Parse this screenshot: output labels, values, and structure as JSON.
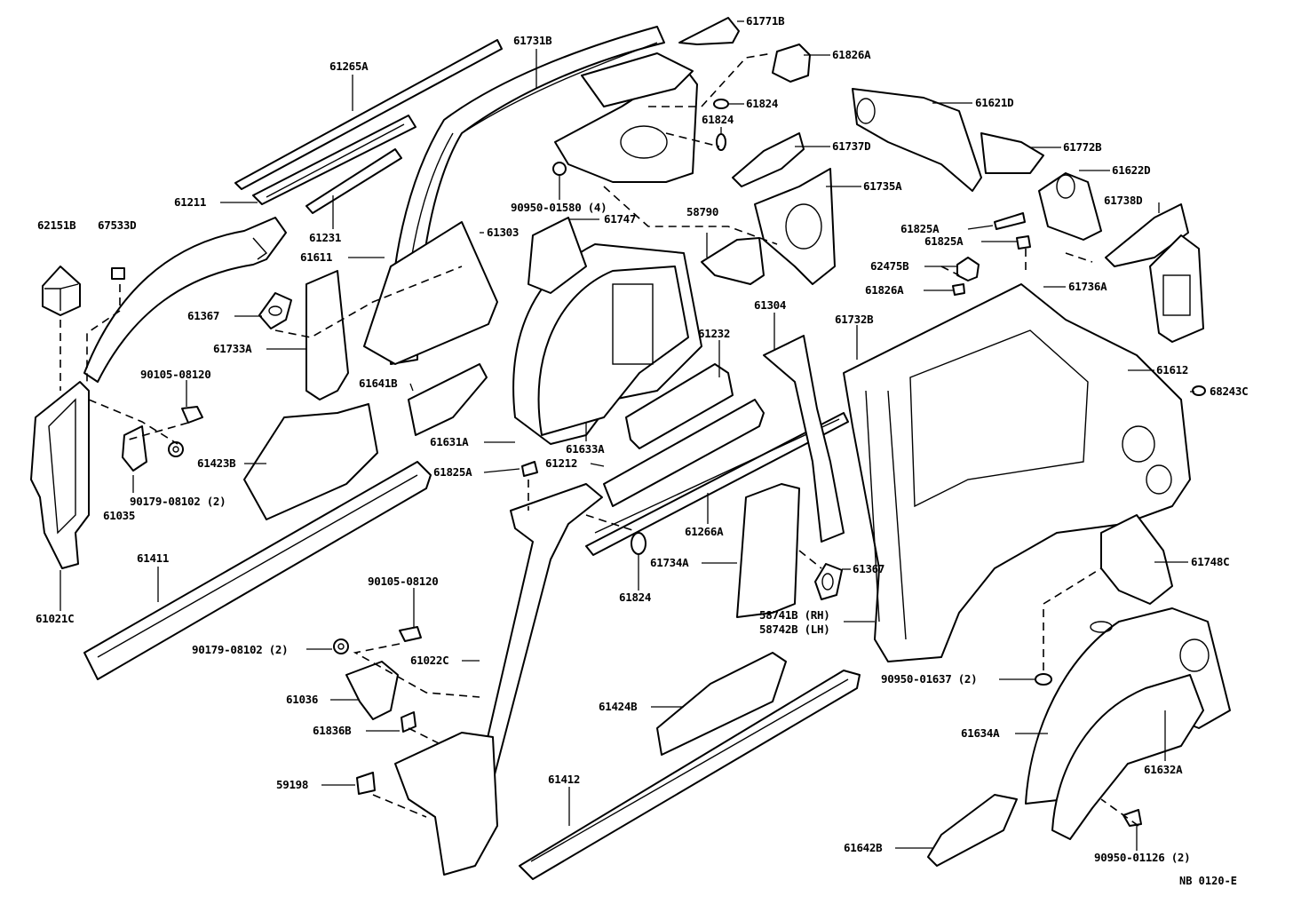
{
  "diagram": {
    "figure_code": "NB 0120-E",
    "labels": [
      {
        "id": "l61771b",
        "text": "61771B"
      },
      {
        "id": "l61731b",
        "text": "61731B"
      },
      {
        "id": "l61826a_top",
        "text": "61826A"
      },
      {
        "id": "l61265a",
        "text": "61265A"
      },
      {
        "id": "l61824_a",
        "text": "61824"
      },
      {
        "id": "l61824_b",
        "text": "61824"
      },
      {
        "id": "l61621d",
        "text": "61621D"
      },
      {
        "id": "l61737d",
        "text": "61737D"
      },
      {
        "id": "l61772b",
        "text": "61772B"
      },
      {
        "id": "l61622d",
        "text": "61622D"
      },
      {
        "id": "l61211",
        "text": "61211"
      },
      {
        "id": "l61735a",
        "text": "61735A"
      },
      {
        "id": "l90950_01580",
        "text": "90950-01580 (4)"
      },
      {
        "id": "l61747",
        "text": "61747"
      },
      {
        "id": "l61738d",
        "text": "61738D"
      },
      {
        "id": "l62151b",
        "text": "62151B"
      },
      {
        "id": "l67533d",
        "text": "67533D"
      },
      {
        "id": "l58790",
        "text": "58790"
      },
      {
        "id": "l61825a_r1",
        "text": "61825A"
      },
      {
        "id": "l61825a_r2",
        "text": "61825A"
      },
      {
        "id": "l61231",
        "text": "61231"
      },
      {
        "id": "l61303",
        "text": "61303"
      },
      {
        "id": "l61611",
        "text": "61611"
      },
      {
        "id": "l62475b",
        "text": "62475B"
      },
      {
        "id": "l61826a_mid",
        "text": "61826A"
      },
      {
        "id": "l61736a",
        "text": "61736A"
      },
      {
        "id": "l61304",
        "text": "61304"
      },
      {
        "id": "l61367_a",
        "text": "61367"
      },
      {
        "id": "l61732b",
        "text": "61732B"
      },
      {
        "id": "l61733a",
        "text": "61733A"
      },
      {
        "id": "l61232",
        "text": "61232"
      },
      {
        "id": "l61612",
        "text": "61612"
      },
      {
        "id": "l90105_08120_a",
        "text": "90105-08120"
      },
      {
        "id": "l61641b",
        "text": "61641B"
      },
      {
        "id": "l68243c",
        "text": "68243C"
      },
      {
        "id": "l61631a",
        "text": "61631A"
      },
      {
        "id": "l61633a",
        "text": "61633A"
      },
      {
        "id": "l61423b",
        "text": "61423B"
      },
      {
        "id": "l61825a_mid",
        "text": "61825A"
      },
      {
        "id": "l61212",
        "text": "61212"
      },
      {
        "id": "l90179_08102_a",
        "text": "90179-08102 (2)"
      },
      {
        "id": "l61035",
        "text": "61035"
      },
      {
        "id": "l61266a",
        "text": "61266A"
      },
      {
        "id": "l61411",
        "text": "61411"
      },
      {
        "id": "l61734a",
        "text": "61734A"
      },
      {
        "id": "l61367_b",
        "text": "61367"
      },
      {
        "id": "l61748c",
        "text": "61748C"
      },
      {
        "id": "l90105_08120_b",
        "text": "90105-08120"
      },
      {
        "id": "l61824_c",
        "text": "61824"
      },
      {
        "id": "l61021c",
        "text": "61021C"
      },
      {
        "id": "l58741b",
        "text": "58741B (RH)"
      },
      {
        "id": "l58742b",
        "text": "58742B (LH)"
      },
      {
        "id": "l90179_08102_b",
        "text": "90179-08102 (2)"
      },
      {
        "id": "l61022c",
        "text": "61022C"
      },
      {
        "id": "l90950_01637",
        "text": "90950-01637 (2)"
      },
      {
        "id": "l61036",
        "text": "61036"
      },
      {
        "id": "l61424b",
        "text": "61424B"
      },
      {
        "id": "l61634a",
        "text": "61634A"
      },
      {
        "id": "l61836b",
        "text": "61836B"
      },
      {
        "id": "l61632a",
        "text": "61632A"
      },
      {
        "id": "l59198",
        "text": "59198"
      },
      {
        "id": "l61412",
        "text": "61412"
      },
      {
        "id": "l61642b",
        "text": "61642B"
      },
      {
        "id": "l90950_01126",
        "text": "90950-01126 (2)"
      }
    ]
  }
}
